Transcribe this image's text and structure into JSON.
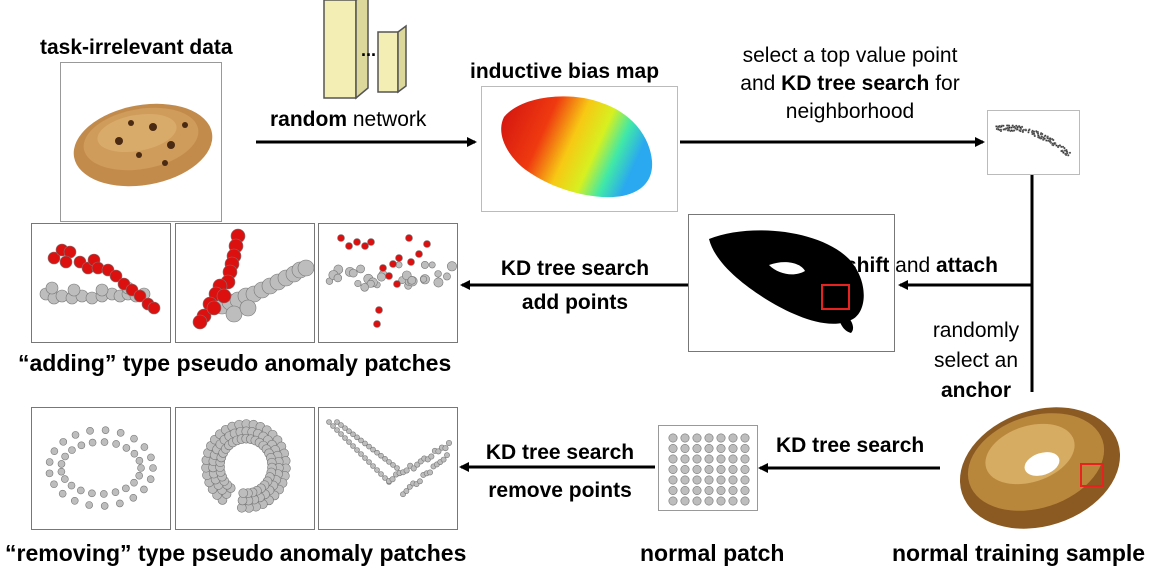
{
  "labels": {
    "task_irrelevant": "task-irrelevant data",
    "random_bold": "random",
    "random_rest": " network",
    "inductive_bias": "inductive bias map",
    "select_line1": "select a top value point",
    "select_line2_pre": "and ",
    "select_line2_bold": "KD tree search",
    "select_line2_post": " for",
    "select_line3": "neighborhood",
    "kd_add_1": "KD tree search",
    "kd_add_2": "add points",
    "shift_bold": "shift",
    "shift_mid": " and ",
    "attach_bold": "attach",
    "randomly_1": "randomly",
    "randomly_2": "select an",
    "anchor": "anchor",
    "adding_caption": "“adding” type pseudo anomaly patches",
    "kd_normal": "KD tree search",
    "kd_remove_1": "KD tree search",
    "kd_remove_2": "remove points",
    "removing_caption": "“removing” type pseudo anomaly patches",
    "normal_patch": "normal patch",
    "normal_training_sample": "normal training sample",
    "ellipsis": "..."
  },
  "colors": {
    "network_layer": "#f3efb4",
    "anomaly_point": "#dd1010",
    "normal_point": "#bdbdbd",
    "highlight_box": "#e8231f",
    "cookie": "#b07a3e",
    "bagel": "#b8873c"
  },
  "icons": {
    "network": "random-network-layers-icon",
    "cookie": "cookie-pointcloud-image",
    "bagel": "bagel-pointcloud-image"
  }
}
